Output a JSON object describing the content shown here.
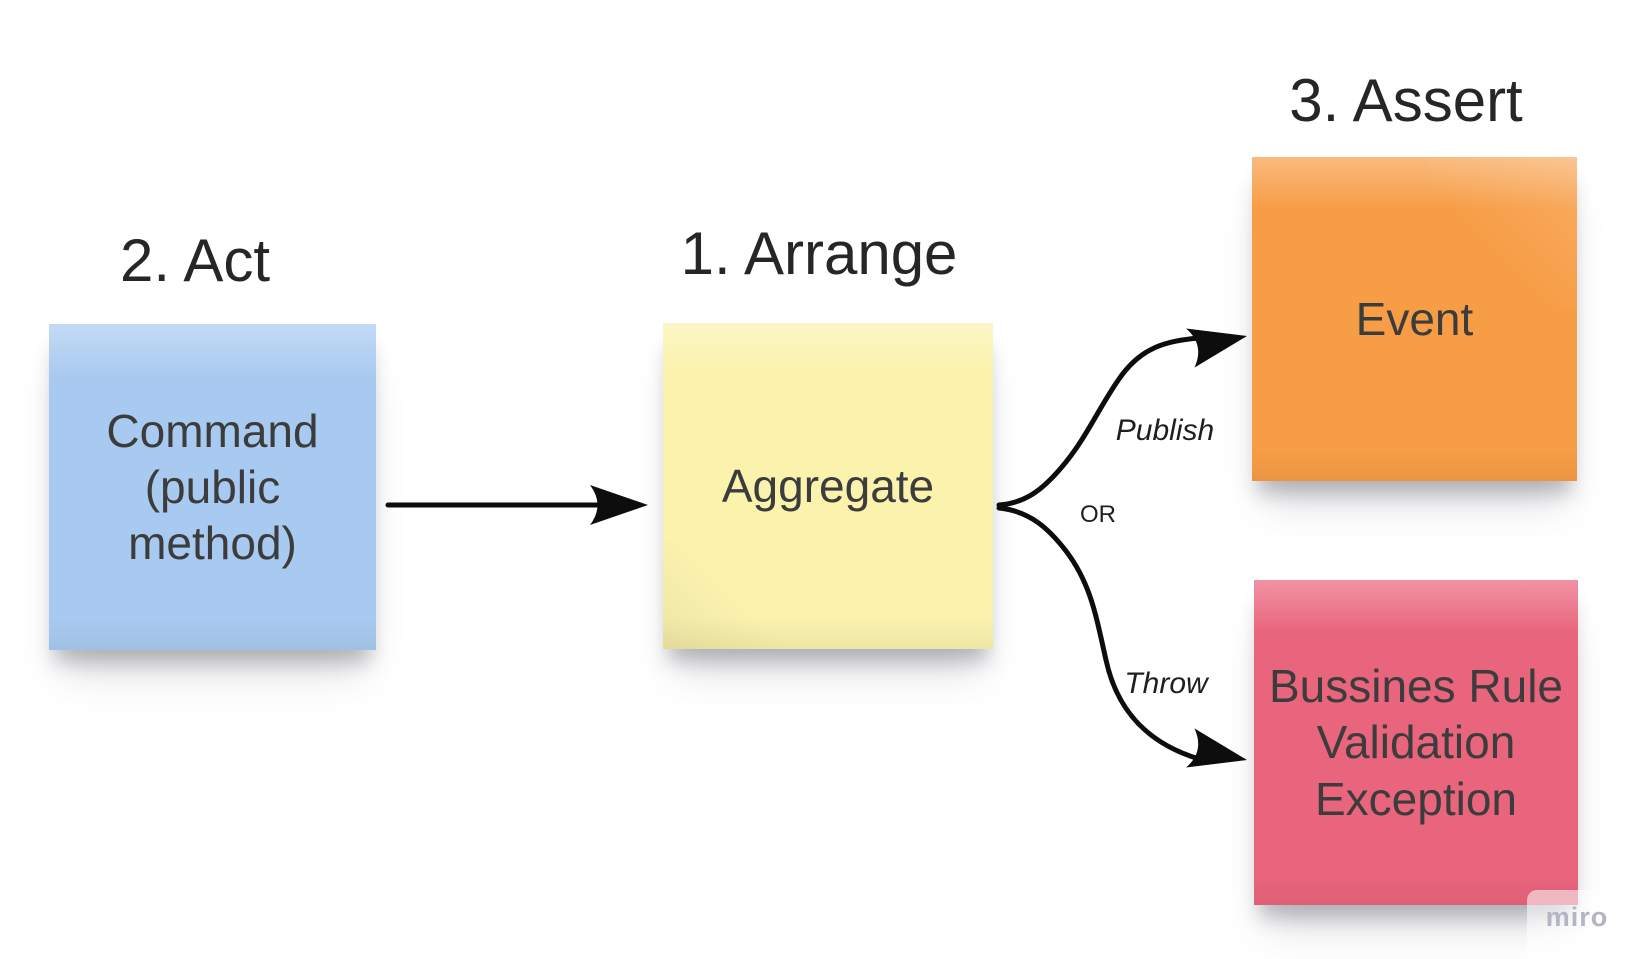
{
  "board": {
    "steps": {
      "arrange_label": "1. Arrange",
      "act_label": "2. Act",
      "assert_label": "3. Assert"
    },
    "notes": {
      "command": {
        "text": [
          "Command",
          "(public",
          "method)"
        ],
        "color": "#a9caf0"
      },
      "aggregate": {
        "text": "Aggregate",
        "color": "#faf2ad"
      },
      "event": {
        "text": "Event",
        "color": "#f79d46"
      },
      "exception": {
        "text": [
          "Bussines Rule",
          "Validation",
          "Exception"
        ],
        "color": "#e9657d"
      }
    },
    "connectors": {
      "publish_label": "Publish",
      "or_label": "OR",
      "throw_label": "Throw",
      "line_color": "#0d0d0d"
    }
  },
  "watermark": {
    "text": "miro",
    "color": "#b4b5c4"
  }
}
